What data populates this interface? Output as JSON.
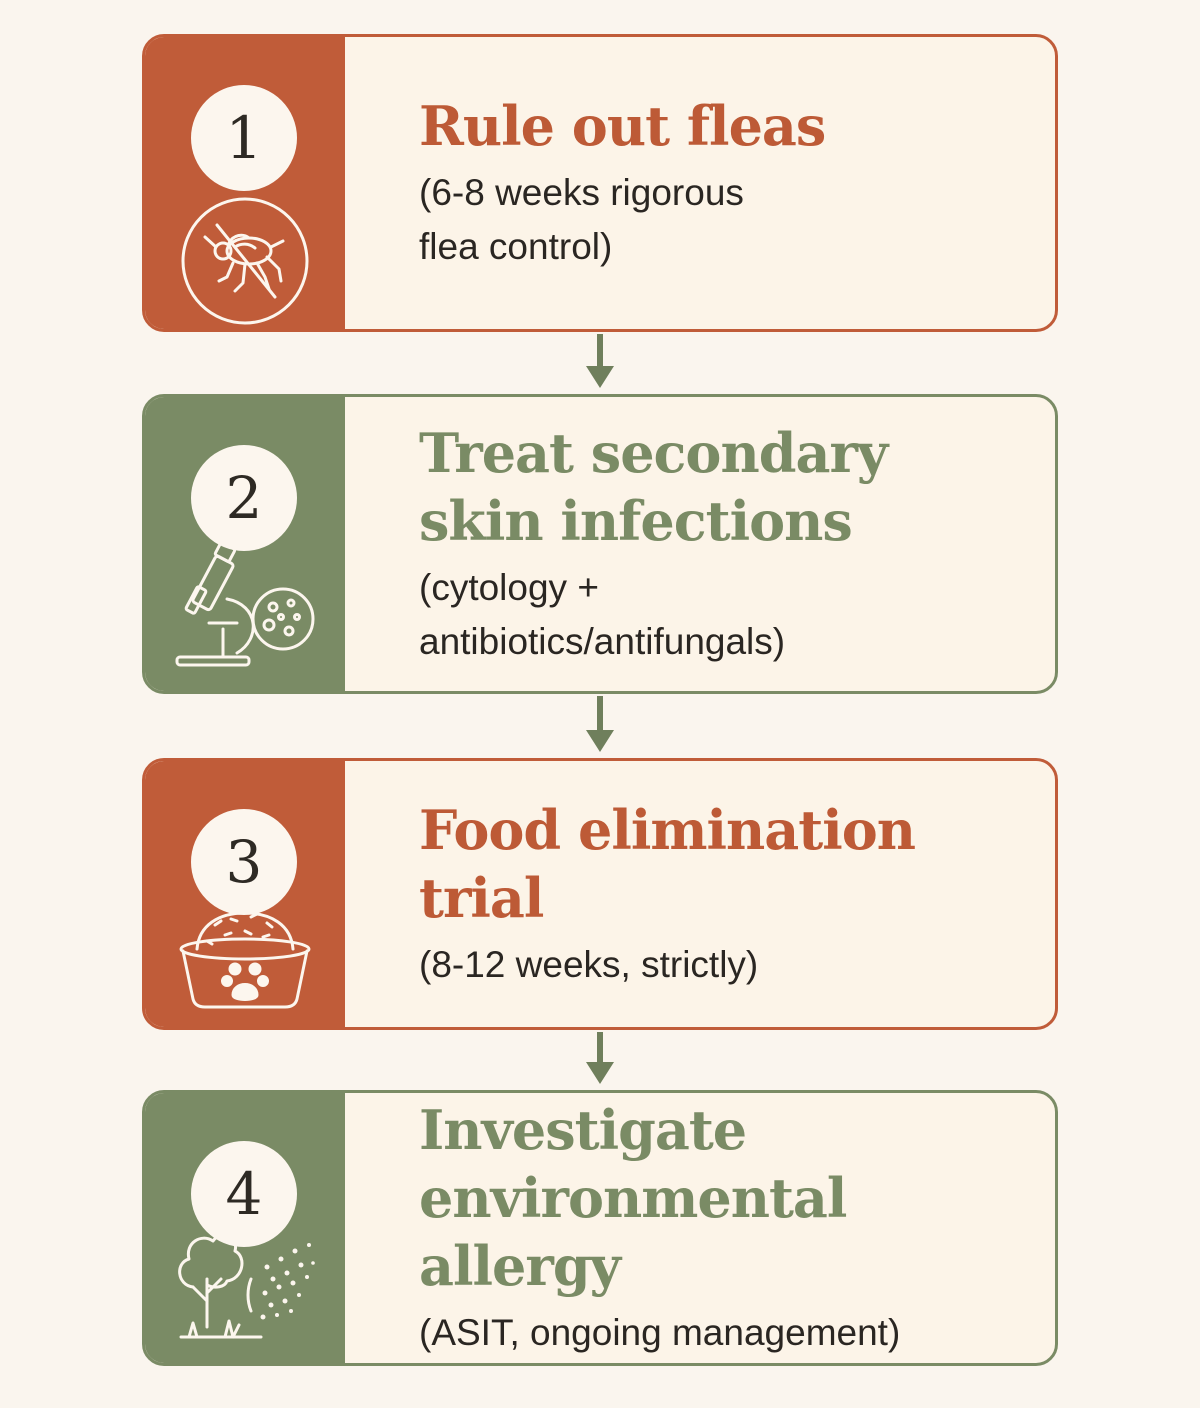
{
  "colors": {
    "rust": "#c05c39",
    "sage": "#7a8b65",
    "card_bg": "#fcf4e8",
    "page_bg": "#faf5ee",
    "text": "#2a2622"
  },
  "steps": [
    {
      "number": "1",
      "title": "Rule out fleas",
      "subtitle": "(6-8 weeks rigorous\nflea control)",
      "icon": "no-flea-icon",
      "color": "rust"
    },
    {
      "number": "2",
      "title": "Treat secondary\nskin infections",
      "subtitle": "(cytology +\nantibiotics/antifungals)",
      "icon": "microscope-icon",
      "color": "sage"
    },
    {
      "number": "3",
      "title": "Food elimination trial",
      "subtitle": "(8-12 weeks, strictly)",
      "icon": "pet-food-bowl-icon",
      "color": "rust"
    },
    {
      "number": "4",
      "title": "Investigate\nenvironmental allergy",
      "subtitle": "(ASIT, ongoing management)",
      "icon": "tree-pollen-icon",
      "color": "sage"
    }
  ]
}
